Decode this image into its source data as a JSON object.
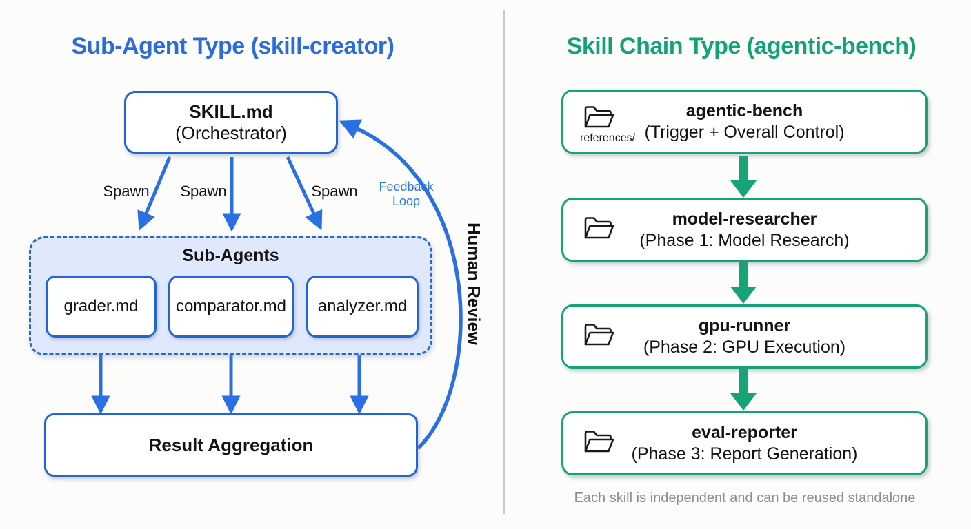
{
  "left": {
    "title": "Sub-Agent Type (skill-creator)",
    "orchestrator": {
      "name": "SKILL.md",
      "subtitle": "(Orchestrator)"
    },
    "spawn_labels": [
      "Spawn",
      "Spawn",
      "Spawn"
    ],
    "feedback": {
      "line1": "Feedback",
      "line2": "Loop"
    },
    "subagents_title": "Sub-Agents",
    "subagents": [
      "grader.md",
      "comparator.md",
      "analyzer.md"
    ],
    "result": "Result Aggregation",
    "human_review": "Human Review",
    "accent_color": "#2365d4"
  },
  "right": {
    "title": "Skill Chain Type (agentic-bench)",
    "chain": [
      {
        "name": "agentic-bench",
        "subtitle": "(Trigger + Overall Control)",
        "folder_label": "references/"
      },
      {
        "name": "model-researcher",
        "subtitle": "(Phase 1: Model Research)"
      },
      {
        "name": "gpu-runner",
        "subtitle": "(Phase 2: GPU Execution)"
      },
      {
        "name": "eval-reporter",
        "subtitle": "(Phase 3: Report Generation)"
      }
    ],
    "caption": "Each skill is independent and can be reused standalone",
    "accent_color": "#16a376"
  }
}
